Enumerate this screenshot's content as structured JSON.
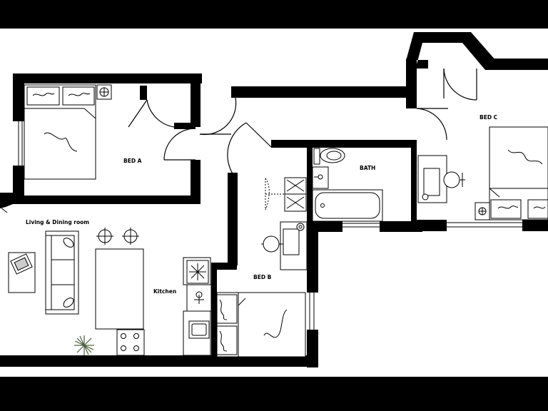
{
  "rooms": {
    "bed_a": "BED A",
    "bed_b": "BED B",
    "bed_c": "BED C",
    "bath": "BATH",
    "living": "Living & Dining room",
    "kitchen": "Kitchen"
  },
  "colors": {
    "wall": "#000000",
    "floor": "#ffffff",
    "fixture": "#ffffff",
    "letterbox": "#000000",
    "plant": "#4a5e3a"
  }
}
